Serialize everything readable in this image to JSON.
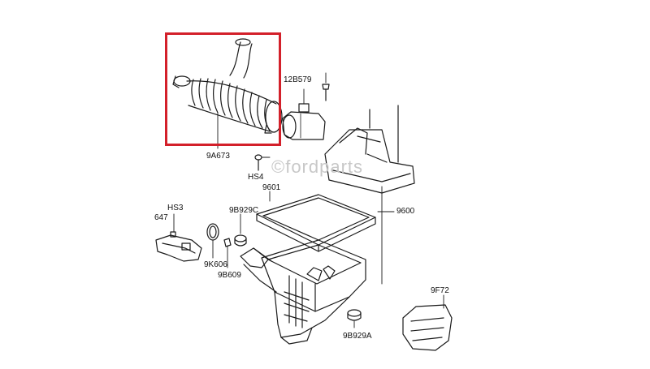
{
  "labels": {
    "p12B579": "12B579",
    "p9A673": "9A673",
    "pHS4": "HS4",
    "p9601": "9601",
    "p9600": "9600",
    "pHS3": "HS3",
    "p647": "647",
    "p9B929C": "9B929C",
    "p9K606": "9K606",
    "p9B609": "9B609",
    "p9B929A": "9B929A",
    "p9F72": "9F72"
  },
  "watermark": "©fordparts",
  "colors": {
    "highlight": "#d3202a",
    "line": "#1a1a1a",
    "background": "#ffffff",
    "watermark": "#c8c8c8"
  }
}
